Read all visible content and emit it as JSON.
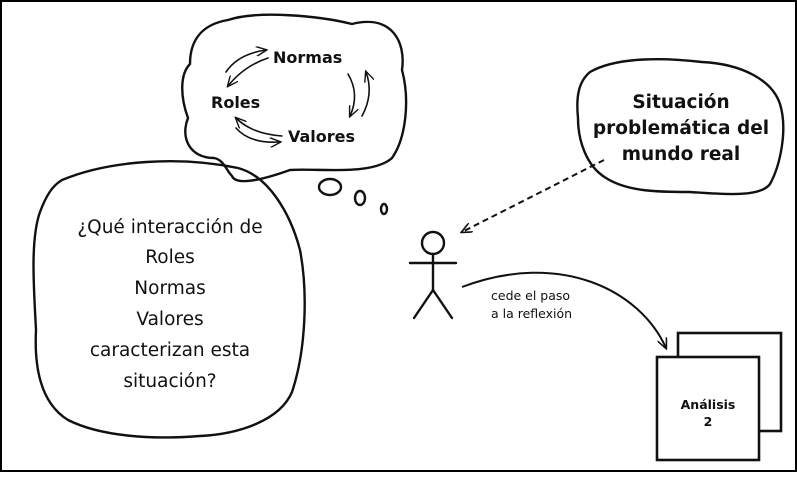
{
  "top_cloud": {
    "normas": "Normas",
    "roles": "Roles",
    "valores": "Valores"
  },
  "left_cloud": {
    "lines": [
      "¿Qué interacción de",
      "Roles",
      "Normas",
      "Valores",
      "caracterizan esta",
      "situación?"
    ]
  },
  "right_cloud": {
    "lines": [
      "Situación",
      "problemática del",
      "mundo real"
    ]
  },
  "arrow_label": {
    "lines": [
      "cede el paso",
      "a la reflexión"
    ]
  },
  "box": {
    "title": "Análisis",
    "number": "2"
  }
}
